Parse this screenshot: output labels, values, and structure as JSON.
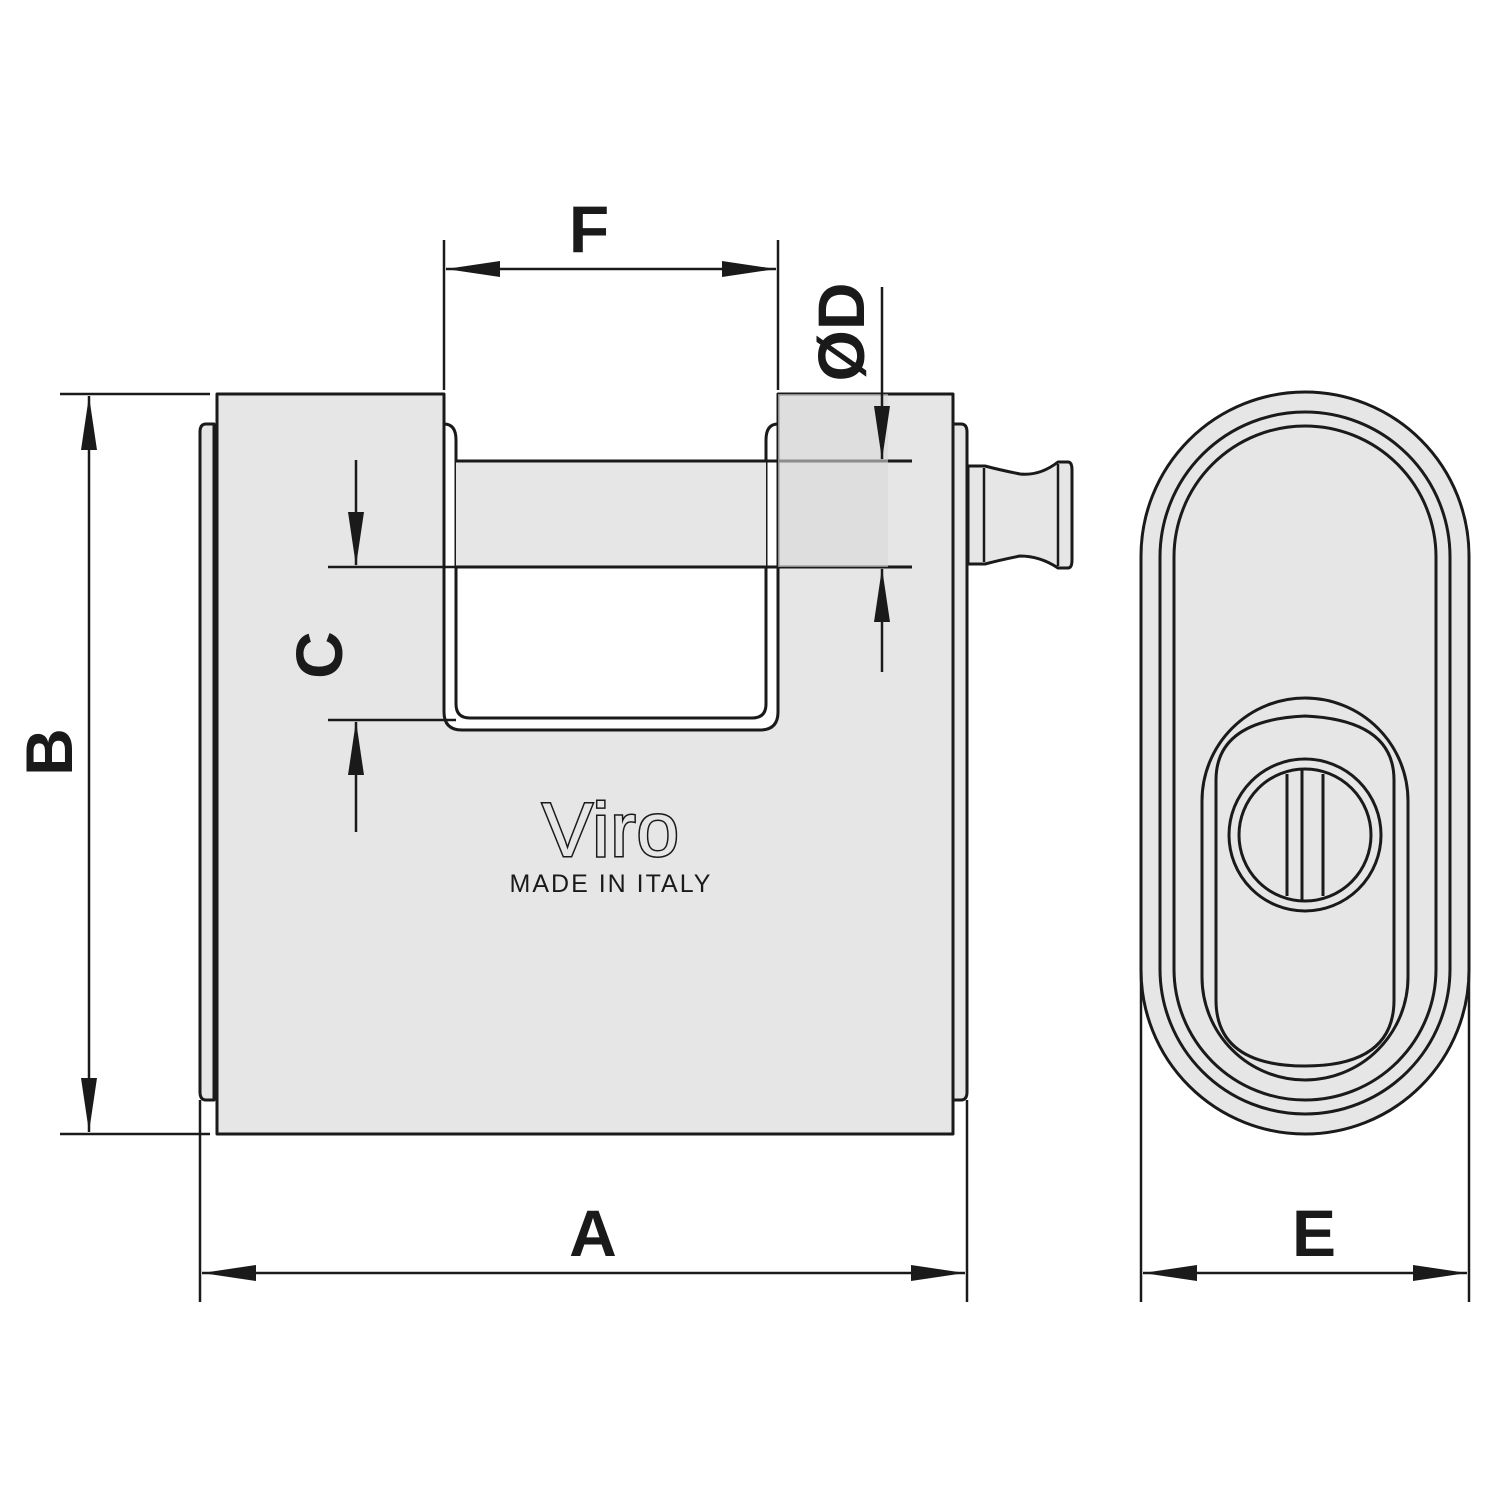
{
  "diagram": {
    "dimension_labels": {
      "a": "A",
      "b": "B",
      "c": "C",
      "d": "ØD",
      "e": "E",
      "f": "F"
    },
    "brand": "Viro",
    "tagline": "MADE IN ITALY",
    "colors": {
      "line": "#1a1a1a",
      "fill": "#e6e6e6",
      "background": "#ffffff"
    }
  }
}
